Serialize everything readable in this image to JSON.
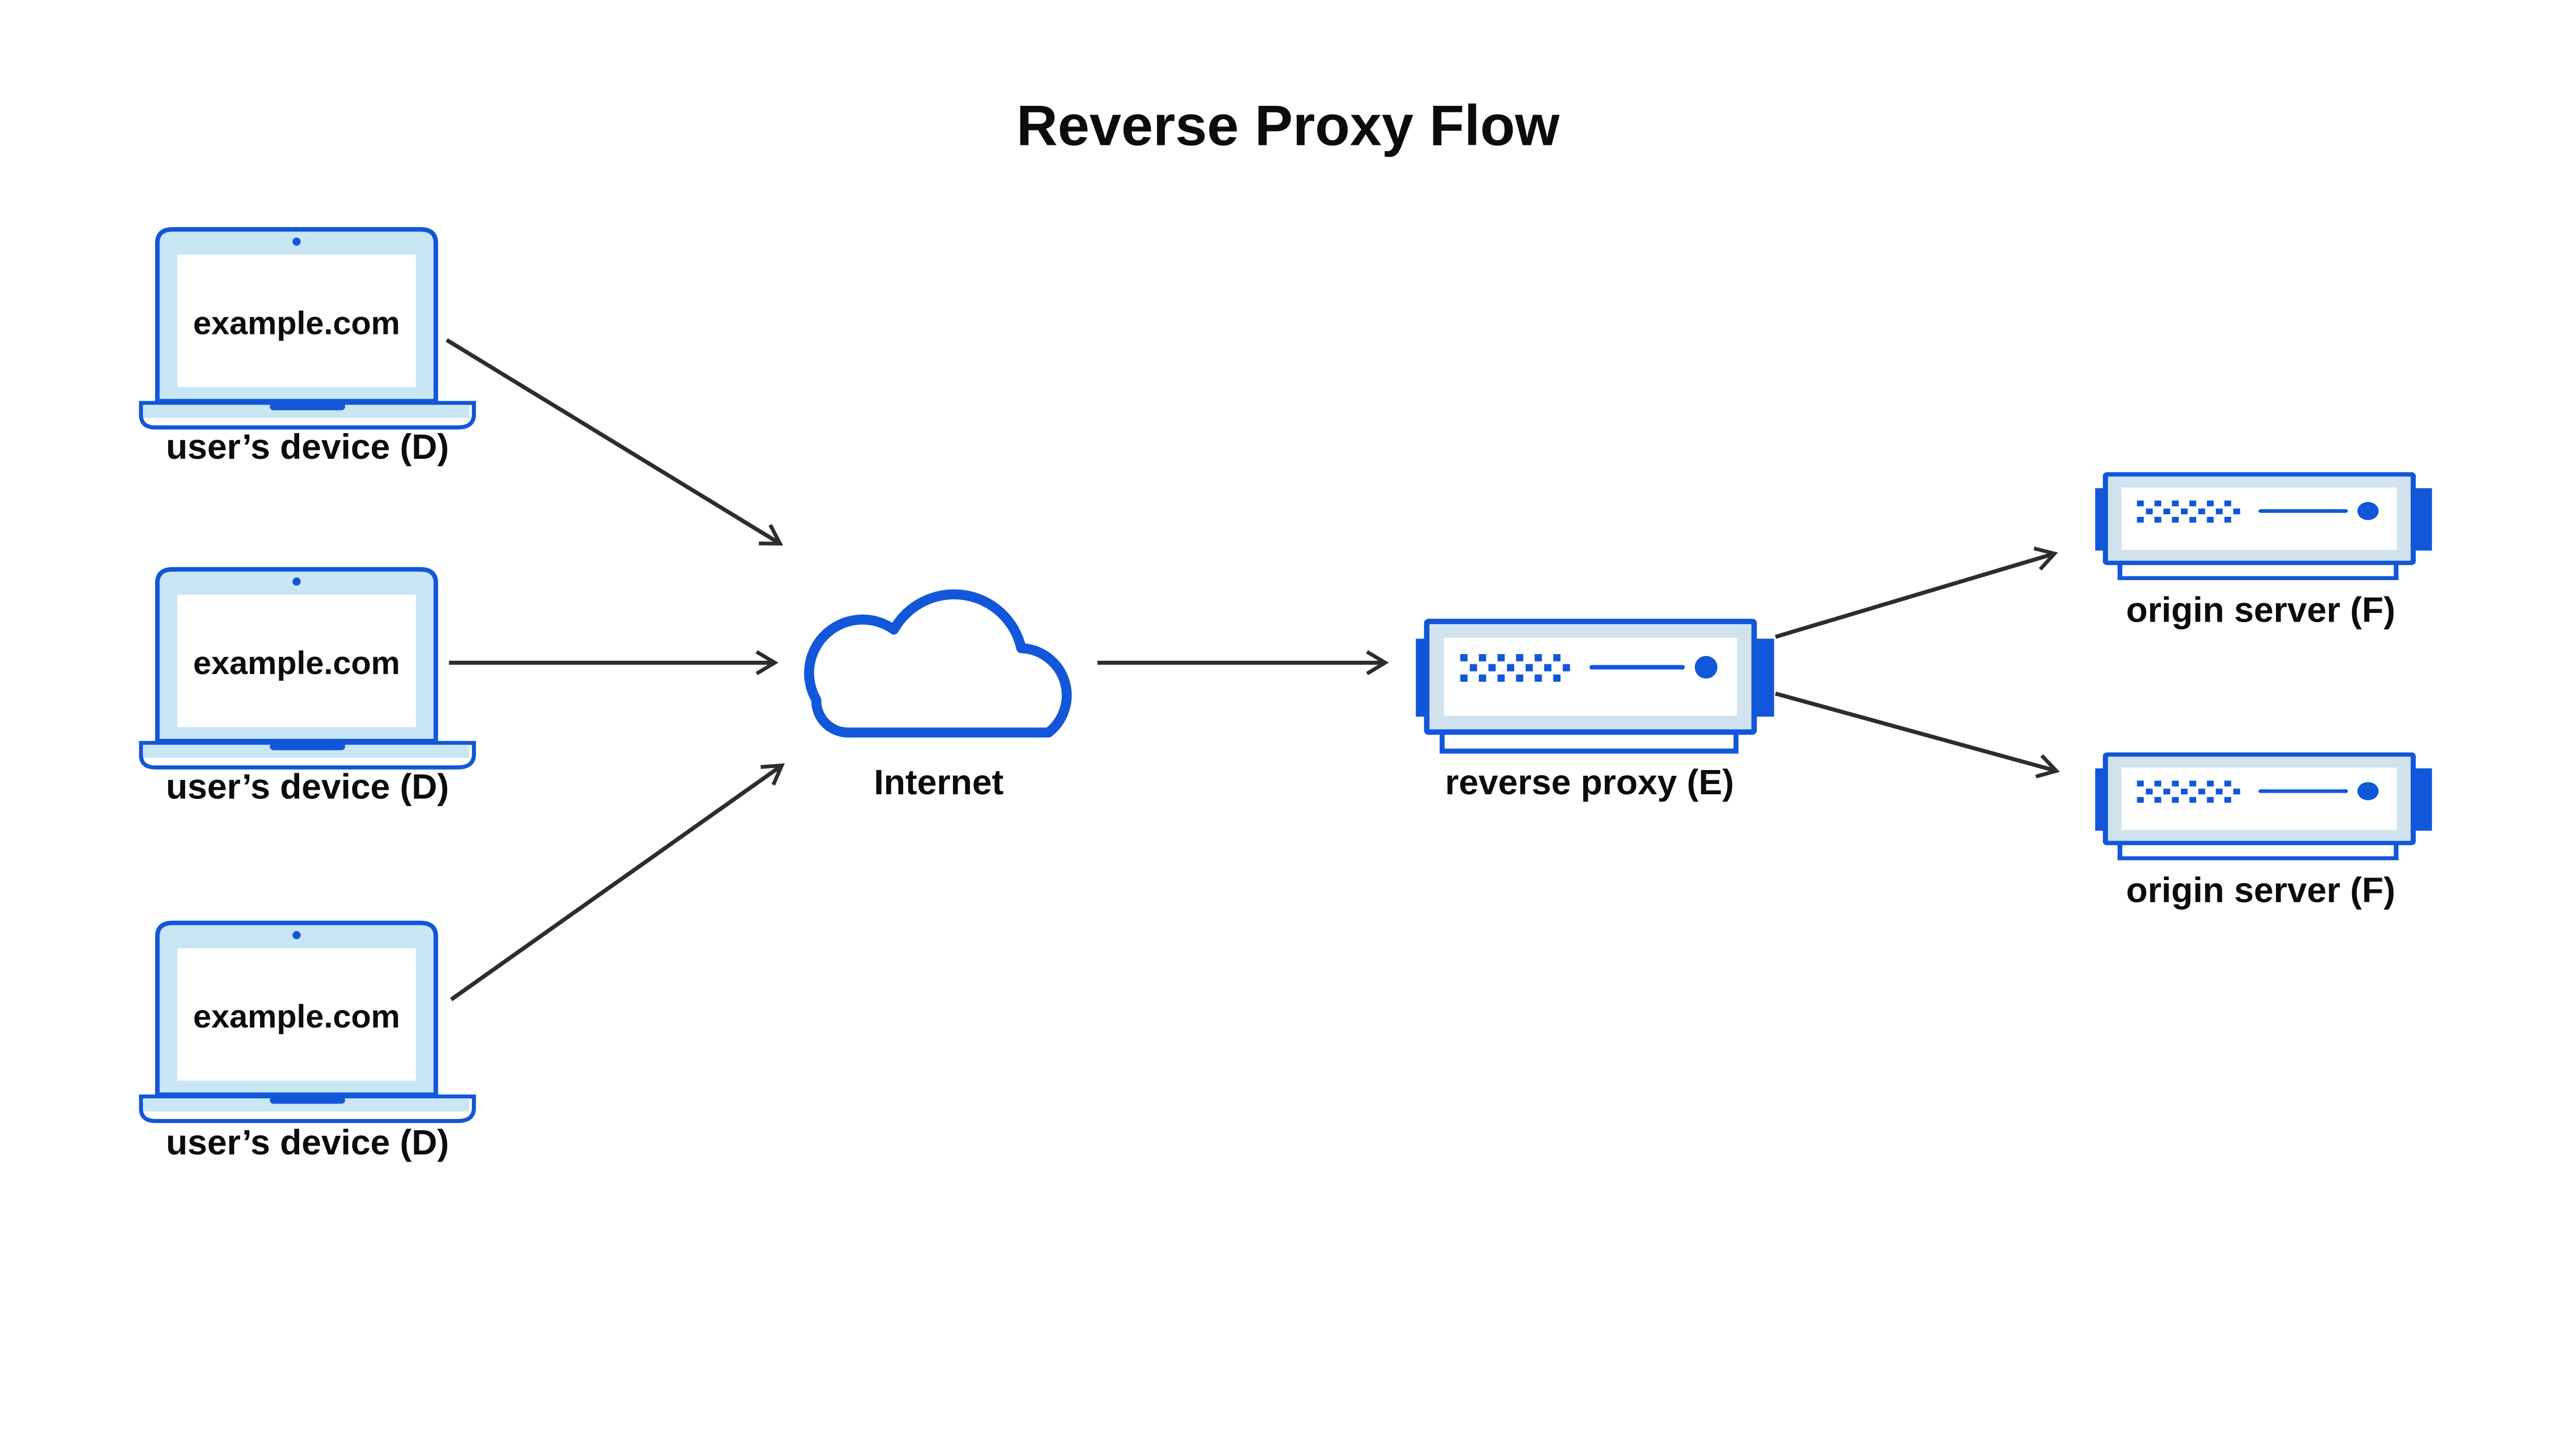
{
  "title": "Reverse Proxy Flow",
  "colors": {
    "accent_blue": "#1257d9",
    "laptop_light_blue": "#c9e6f5",
    "server_light_blue": "#d0e3ee",
    "arrow": "#2d2d2d",
    "text": "#0c0c0c",
    "background": "#ffffff"
  },
  "nodes": {
    "devices": [
      {
        "screen_text": "example.com",
        "label": "user’s device (D)",
        "icon": "laptop-icon"
      },
      {
        "screen_text": "example.com",
        "label": "user’s device (D)",
        "icon": "laptop-icon"
      },
      {
        "screen_text": "example.com",
        "label": "user’s device (D)",
        "icon": "laptop-icon"
      }
    ],
    "internet": {
      "label": "Internet",
      "icon": "cloud-icon"
    },
    "reverse_proxy": {
      "label": "reverse proxy (E)",
      "icon": "server-icon"
    },
    "origin_servers": [
      {
        "label": "origin server (F)",
        "icon": "server-icon"
      },
      {
        "label": "origin server (F)",
        "icon": "server-icon"
      }
    ]
  },
  "edges": [
    {
      "from": "user-device-1",
      "to": "internet"
    },
    {
      "from": "user-device-2",
      "to": "internet"
    },
    {
      "from": "user-device-3",
      "to": "internet"
    },
    {
      "from": "internet",
      "to": "reverse-proxy"
    },
    {
      "from": "reverse-proxy",
      "to": "origin-server-1"
    },
    {
      "from": "reverse-proxy",
      "to": "origin-server-2"
    }
  ]
}
